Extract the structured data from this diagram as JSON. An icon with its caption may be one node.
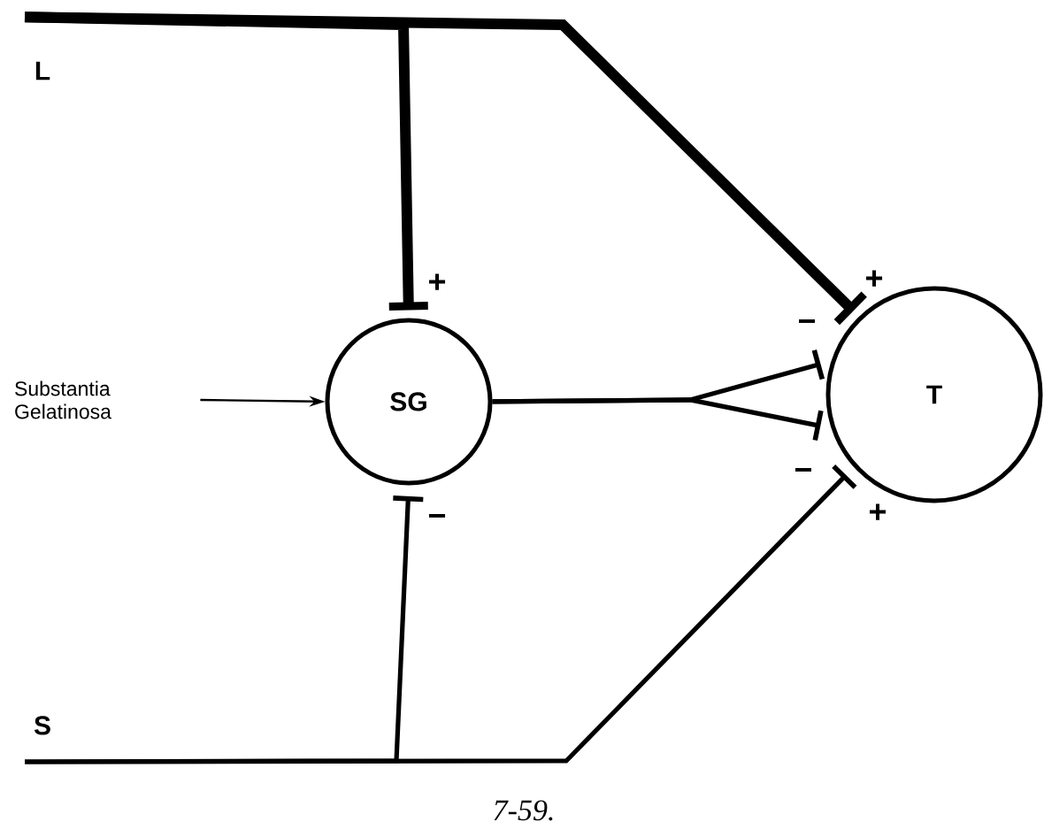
{
  "diagram": {
    "caption": "7-59.",
    "nodes": [
      {
        "text": [
          "L"
        ]
      },
      {
        "text": [
          "Substantia Gelatinosa"
        ]
      },
      {
        "text": [
          "SG"
        ]
      },
      {
        "text": [
          "T"
        ]
      },
      {
        "text": [
          "S"
        ]
      }
    ],
    "edges": [
      {
        "from": 0,
        "to": 2,
        "arrow": "other",
        "style": "thick"
      },
      {
        "from": 0,
        "to": 3,
        "arrow": "other",
        "style": "thick"
      },
      {
        "from": 1,
        "to": 2,
        "arrow": "to"
      },
      {
        "from": 2,
        "to": 3,
        "arrow": "other"
      },
      {
        "from": 2,
        "to": 3,
        "arrow": "other"
      },
      {
        "from": 4,
        "to": 2,
        "arrow": "other"
      },
      {
        "from": 4,
        "to": 3,
        "arrow": "other"
      }
    ],
    "labels": [
      "+",
      "+",
      "−",
      "−",
      "+",
      "−"
    ]
  }
}
